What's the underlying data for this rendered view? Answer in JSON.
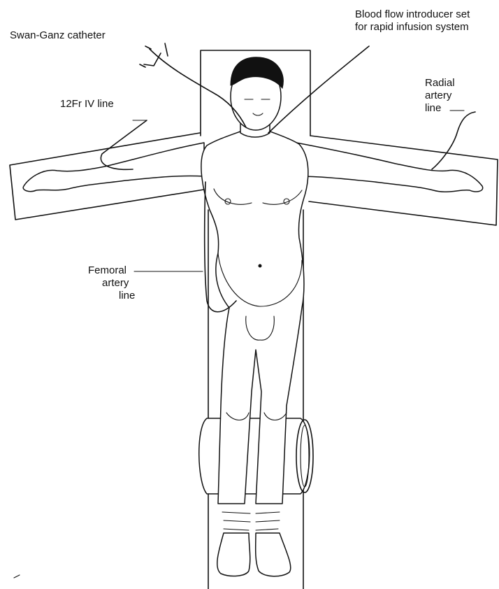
{
  "labels": {
    "swan_ganz": "Swan-Ganz catheter",
    "blood_flow_1": "Blood flow introducer set",
    "blood_flow_2": "for rapid infusion system",
    "iv_line": "12Fr IV line",
    "radial_1": "Radial",
    "radial_2": "artery",
    "radial_3": "line",
    "femoral_1": "Femoral",
    "femoral_2": "artery",
    "femoral_3": "line"
  }
}
